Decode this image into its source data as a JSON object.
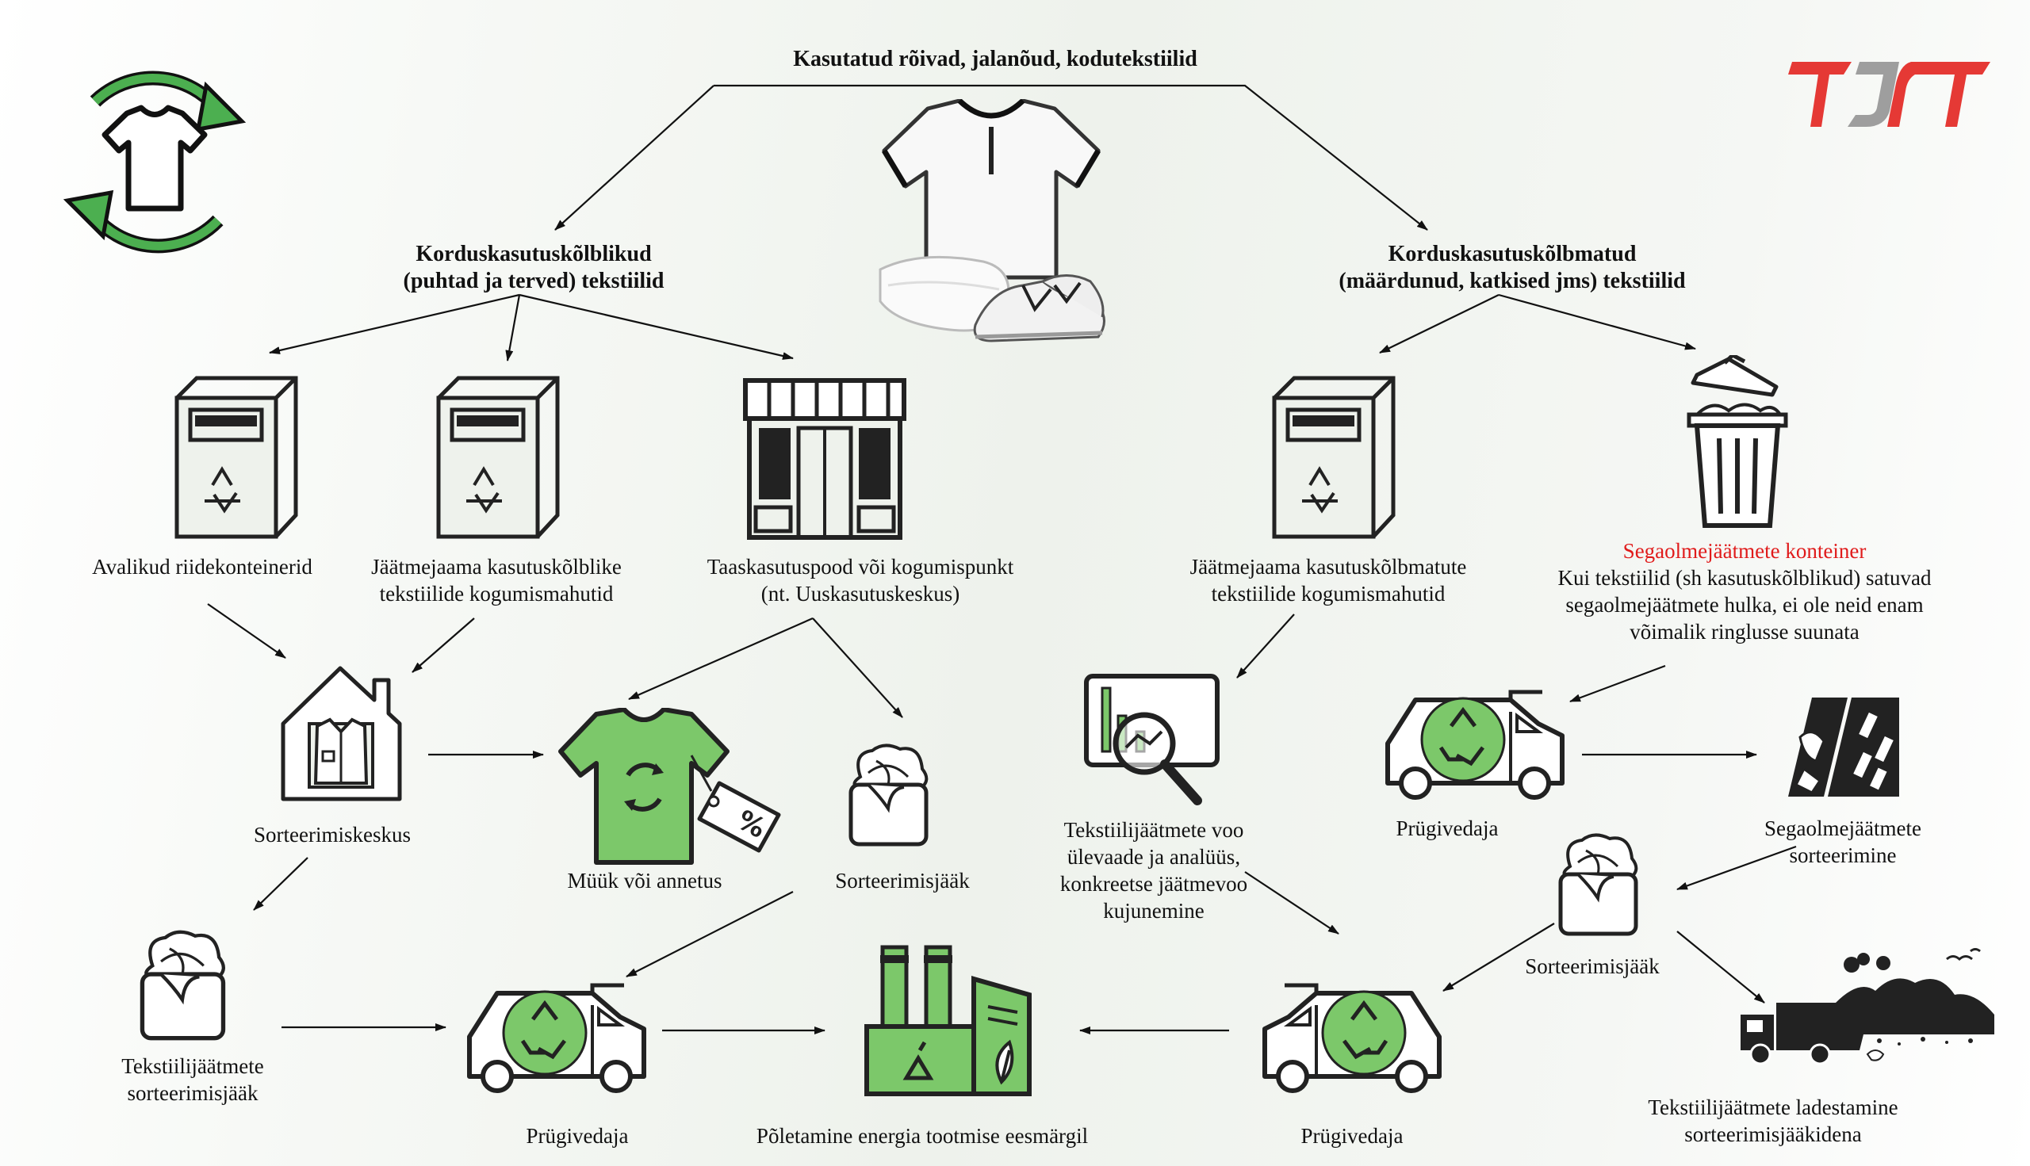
{
  "title": "Kasutatud rõivad, jalanõud, kodutekstiilid",
  "branches": {
    "reusable": [
      "Korduskasutuskõlblikud",
      "(puhtad ja terved) tekstiilid"
    ],
    "nonreusable": [
      "Korduskasutuskõlbmatud",
      "(määrdunud, katkised jms) tekstiilid"
    ]
  },
  "nodes": {
    "public_containers": [
      "Avalikud riidekonteinerid"
    ],
    "station_reusable": [
      "Jäätmejaama kasutuskõlblike",
      "tekstiilide kogumismahutid"
    ],
    "reuse_shop": [
      "Taaskasutuspood või kogumispunkt",
      "(nt. Uuskasutuskeskus)"
    ],
    "station_nonreusable": [
      "Jäätmejaama kasutuskõlbmatute",
      "tekstiilide kogumismahutid"
    ],
    "mixed_container_title": "Segaolmejäätmete konteiner",
    "mixed_container_desc": [
      "Kui tekstiilid (sh kasutuskõlblikud) satuvad",
      "segaolmejäätmete hulka, ei ole neid enam",
      "võimalik ringlusse suunata"
    ],
    "sorting_center": [
      "Sorteerimiskeskus"
    ],
    "sale_donation": [
      "Müük või annetus"
    ],
    "sorting_residue_mid": [
      "Sorteerimisjääk"
    ],
    "analysis": [
      "Tekstiilijäätmete voo",
      "ülevaade ja analüüs,",
      "konkreetse jäätmevoo",
      "kujunemine"
    ],
    "hauler_right_top": [
      "Prügivedaja"
    ],
    "mixed_sorting": [
      "Segaolmejäätmete",
      "sorteerimine"
    ],
    "sorting_residue_right": [
      "Sorteerimisjääk"
    ],
    "textile_residue": [
      "Tekstiilijäätmete",
      "sorteerimisjääk"
    ],
    "hauler_left": [
      "Prügivedaja"
    ],
    "incineration": [
      "Põletamine energia tootmise eesmärgil"
    ],
    "hauler_right_bottom": [
      "Prügivedaja"
    ],
    "landfill": [
      "Tekstiilijäätmete ladestamine",
      "sorteerimisjääkidena"
    ]
  },
  "colors": {
    "accent_green": "#4caf50",
    "light_green": "#7cc86a",
    "logo_red": "#e53935",
    "logo_gray": "#9e9e9e",
    "warning_red": "#e01b1b"
  }
}
